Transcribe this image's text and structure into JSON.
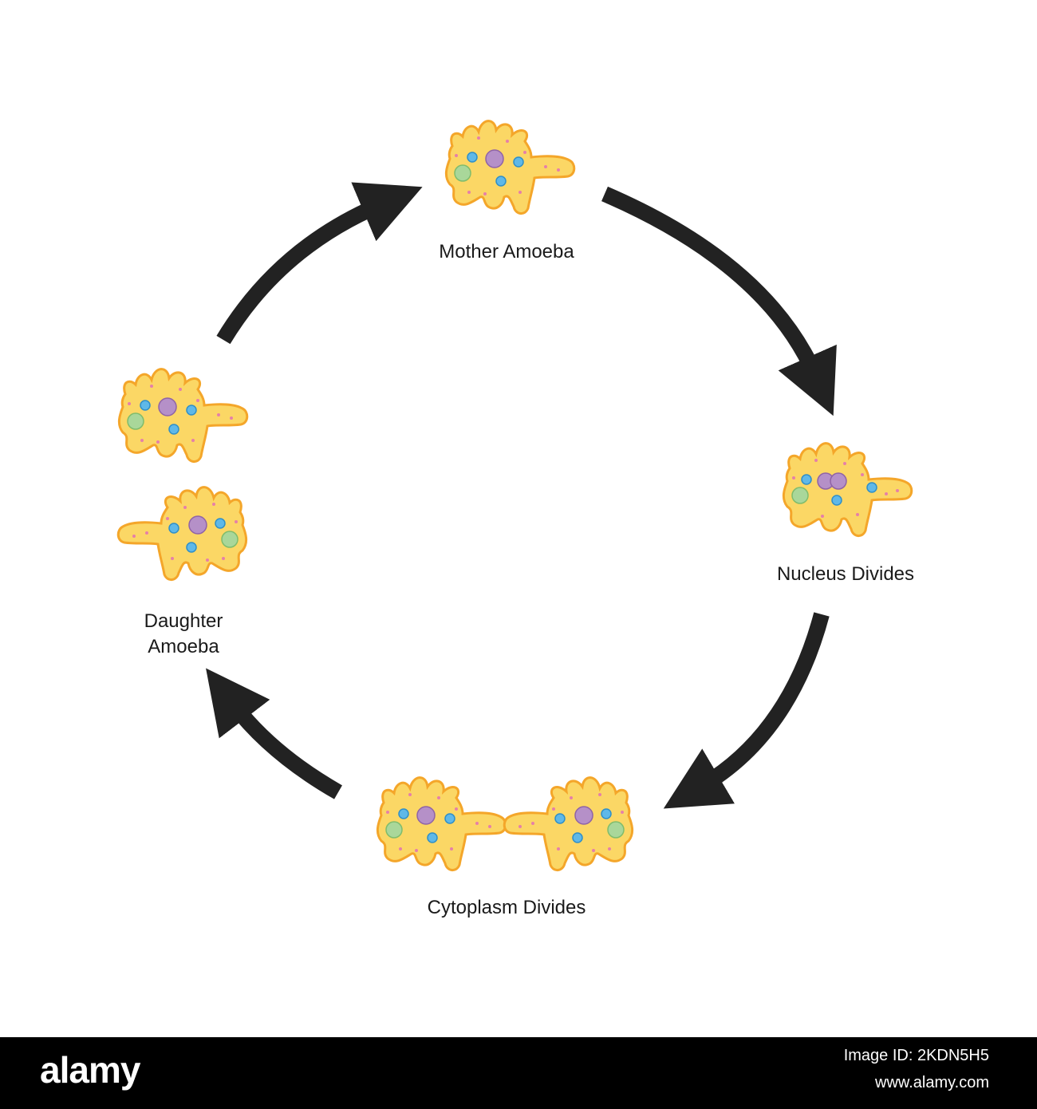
{
  "stages": {
    "mother": "Mother Amoeba",
    "nucleus": "Nucleus Divides",
    "cytoplasm": "Cytoplasm Divides",
    "daughter_line1": "Daughter",
    "daughter_line2": "Amoeba"
  },
  "footer": {
    "logo": "alamy",
    "image_id": "Image ID: 2KDN5H5",
    "site": "www.alamy.com"
  },
  "colors": {
    "cell_fill": "#fbd765",
    "cell_border": "#f4a62a",
    "nucleus": "#b590c8",
    "vacuole": "#a9d79a",
    "mitochondria": "#5fb8e8",
    "granules": "#e680a8",
    "arrow": "#222222",
    "footer": "#000000"
  }
}
